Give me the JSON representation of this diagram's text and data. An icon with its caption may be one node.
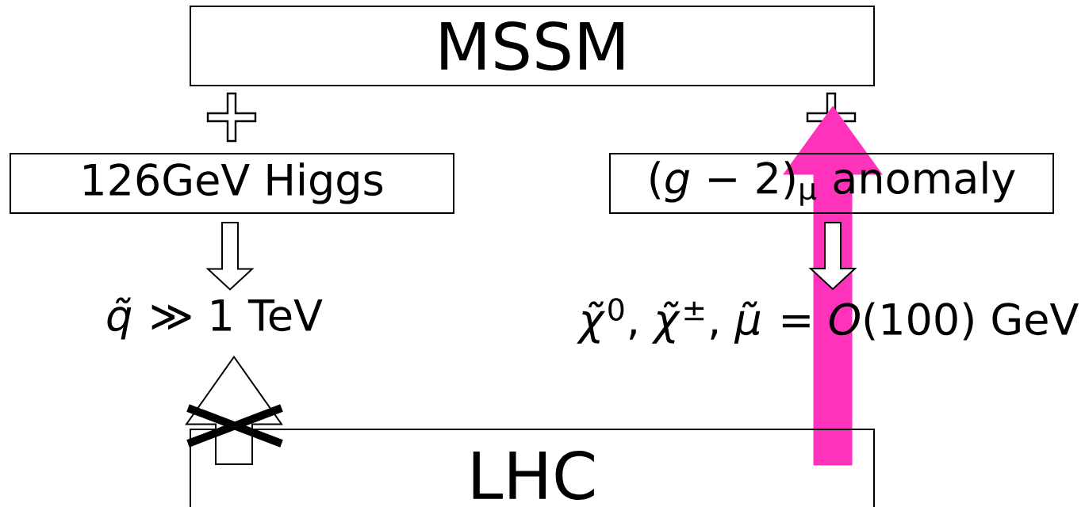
{
  "diagram": {
    "nodes": [
      {
        "text": [
          "MSSM"
        ]
      },
      {
        "text": [
          "126GeV Higgs"
        ]
      },
      {
        "text": [
          "(*g* − 2)$_{μ}$ anomaly"
        ]
      },
      {
        "text": [
          "*q̃* ≫ 1 TeV"
        ]
      },
      {
        "text": [
          "*χ̃*$^{0}$, *χ̃*$^{±}$, *μ̃* = *O*(100) GeV"
        ]
      },
      {
        "text": [
          "LHC"
        ]
      }
    ],
    "edges": [
      {
        "from": 1,
        "to": 3,
        "arrow": "to"
      },
      {
        "from": 2,
        "to": 4,
        "arrow": "to"
      },
      {
        "from": 5,
        "to": 3,
        "arrow": "to"
      },
      {
        "from": 5,
        "to": 0,
        "arrow": "to",
        "style": "thick",
        "color": "#ff33bb"
      }
    ]
  }
}
